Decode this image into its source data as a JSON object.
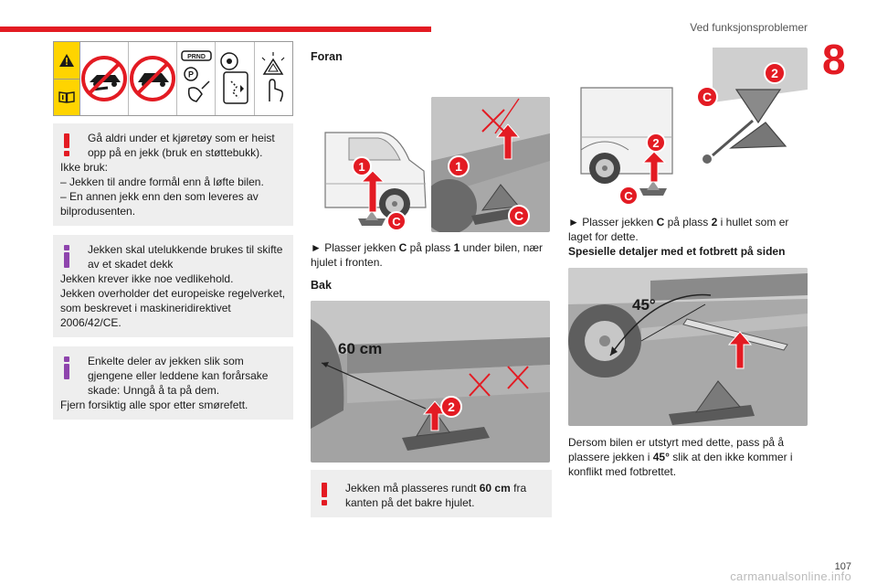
{
  "header": {
    "title": "Ved funksjonsproblemer",
    "chapter": "8",
    "page_number": "107"
  },
  "watermark": "carmanualsonline.info",
  "left_column": {
    "warning_box": {
      "first_line": "Gå aldri under et kjøretøy som er heist opp på en jekk (bruk en støttebukk).",
      "lines": [
        "Ikke bruk:",
        "–  Jekken til andre formål enn å løfte bilen.",
        "–  En annen jekk enn den som leveres av bilprodusenten."
      ]
    },
    "info_box_1": {
      "first_line": "Jekken skal utelukkende brukes til skifte av et skadet dekk",
      "lines": [
        "Jekken krever ikke noe vedlikehold.",
        "Jekken overholder det europeiske regelverket, som beskrevet i maskineridirektivet 2006/42/CE."
      ]
    },
    "info_box_2": {
      "first_line": "Enkelte deler av jekken slik som gjengene eller leddene kan forårsake skade: Unngå å ta på dem.",
      "lines": [
        "Fjern forsiktig alle spor etter smørefett."
      ]
    },
    "icon_bar": {
      "gear_labels": "PRND",
      "park_label": "P"
    }
  },
  "middle_column": {
    "front_title": "Foran",
    "front_instruction": {
      "pre": "►  Plasser jekken ",
      "c": "C",
      "mid": " på plass ",
      "num": "1",
      "post": " under bilen, nær hjulet i fronten."
    },
    "rear_title": "Bak",
    "rear_distance_label": "60 cm",
    "warning_box": {
      "pre": "Jekken må plasseres rundt ",
      "bold": "60 cm",
      "post": " fra kanten på det bakre hjulet."
    }
  },
  "right_column": {
    "instruction": {
      "pre": "►  Plasser jekken ",
      "c": "C",
      "mid": " på plass ",
      "num": "2",
      "post": " i hullet som er laget for dette."
    },
    "subheading": "Spesielle detaljer med et fotbrett på siden",
    "angle_label": "45°",
    "footer_text": {
      "pre": "Dersom bilen er utstyrt med dette, pass på å plassere jekken i ",
      "bold": "45°",
      "post": " slik at den ikke kommer i konflikt med fotbrettet."
    }
  },
  "badges": {
    "one": "1",
    "two": "2",
    "c": "C"
  },
  "colors": {
    "accent": "#e31b23",
    "warning_yellow": "#ffd400",
    "info_purple": "#8e44ad",
    "box_bg": "#eeeeee"
  }
}
